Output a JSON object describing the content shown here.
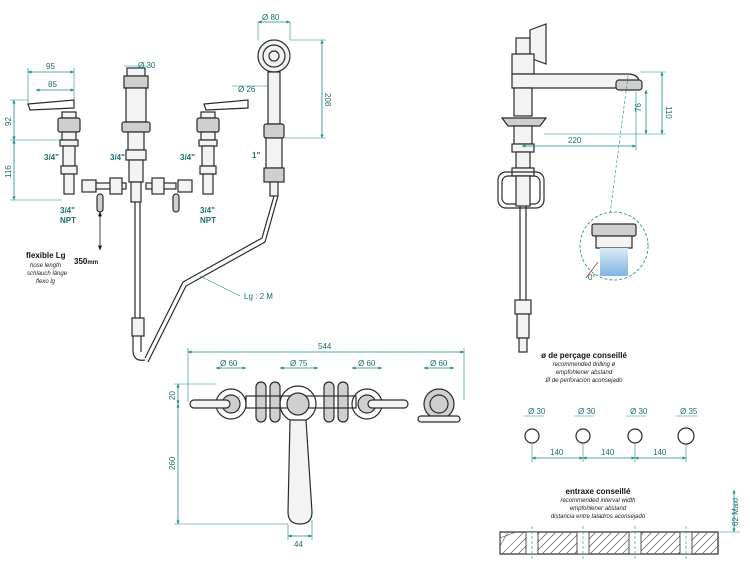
{
  "colors": {
    "dimension": "#1b8a8a",
    "line": "#2b2b2b",
    "water": "#7fb4e0"
  },
  "front": {
    "d95": "95",
    "d85": "85",
    "d30_top": "Ø 30",
    "d80": "Ø 80",
    "d26": "Ø 26",
    "d208": "208",
    "d92": "92",
    "d116": "116",
    "thread_left": "3/4\"",
    "thread_center": "3/4\"",
    "thread_right": "3/4\"",
    "thread_shower": "1\"",
    "npt_left_a": "3/4\"",
    "npt_left_b": "NPT",
    "npt_right_a": "3/4\"",
    "npt_right_b": "NPT",
    "hose_lg": "Lg : 2 M"
  },
  "flexible": {
    "title": "flexible Lg",
    "lines": [
      "hose length",
      "schlauch länge",
      "flexo lg"
    ],
    "length": "350",
    "unit": "mm"
  },
  "side": {
    "d110": "110",
    "d76": "76",
    "d220": "220",
    "angle": "0°"
  },
  "plan": {
    "d544": "544",
    "d60a": "Ø 60",
    "d75": "Ø 75",
    "d60b": "Ø 60",
    "d60c": "Ø 60",
    "d20": "20",
    "d260": "260",
    "d44": "44"
  },
  "drilling": {
    "title": "ø de perçage conseillé",
    "lines": [
      "recommended drilling ø",
      "empfohlener abstand",
      "Ø de perforación aconsejado"
    ],
    "holes": [
      "Ø 30",
      "Ø 30",
      "Ø 30",
      "Ø 35"
    ],
    "spacing": [
      "140",
      "140",
      "140"
    ]
  },
  "interval": {
    "title": "entraxe conseillé",
    "lines": [
      "recommended interval width",
      "empfohlener abstand",
      "distancia entre taladros aconsejado"
    ],
    "max": "62 Maxi"
  }
}
